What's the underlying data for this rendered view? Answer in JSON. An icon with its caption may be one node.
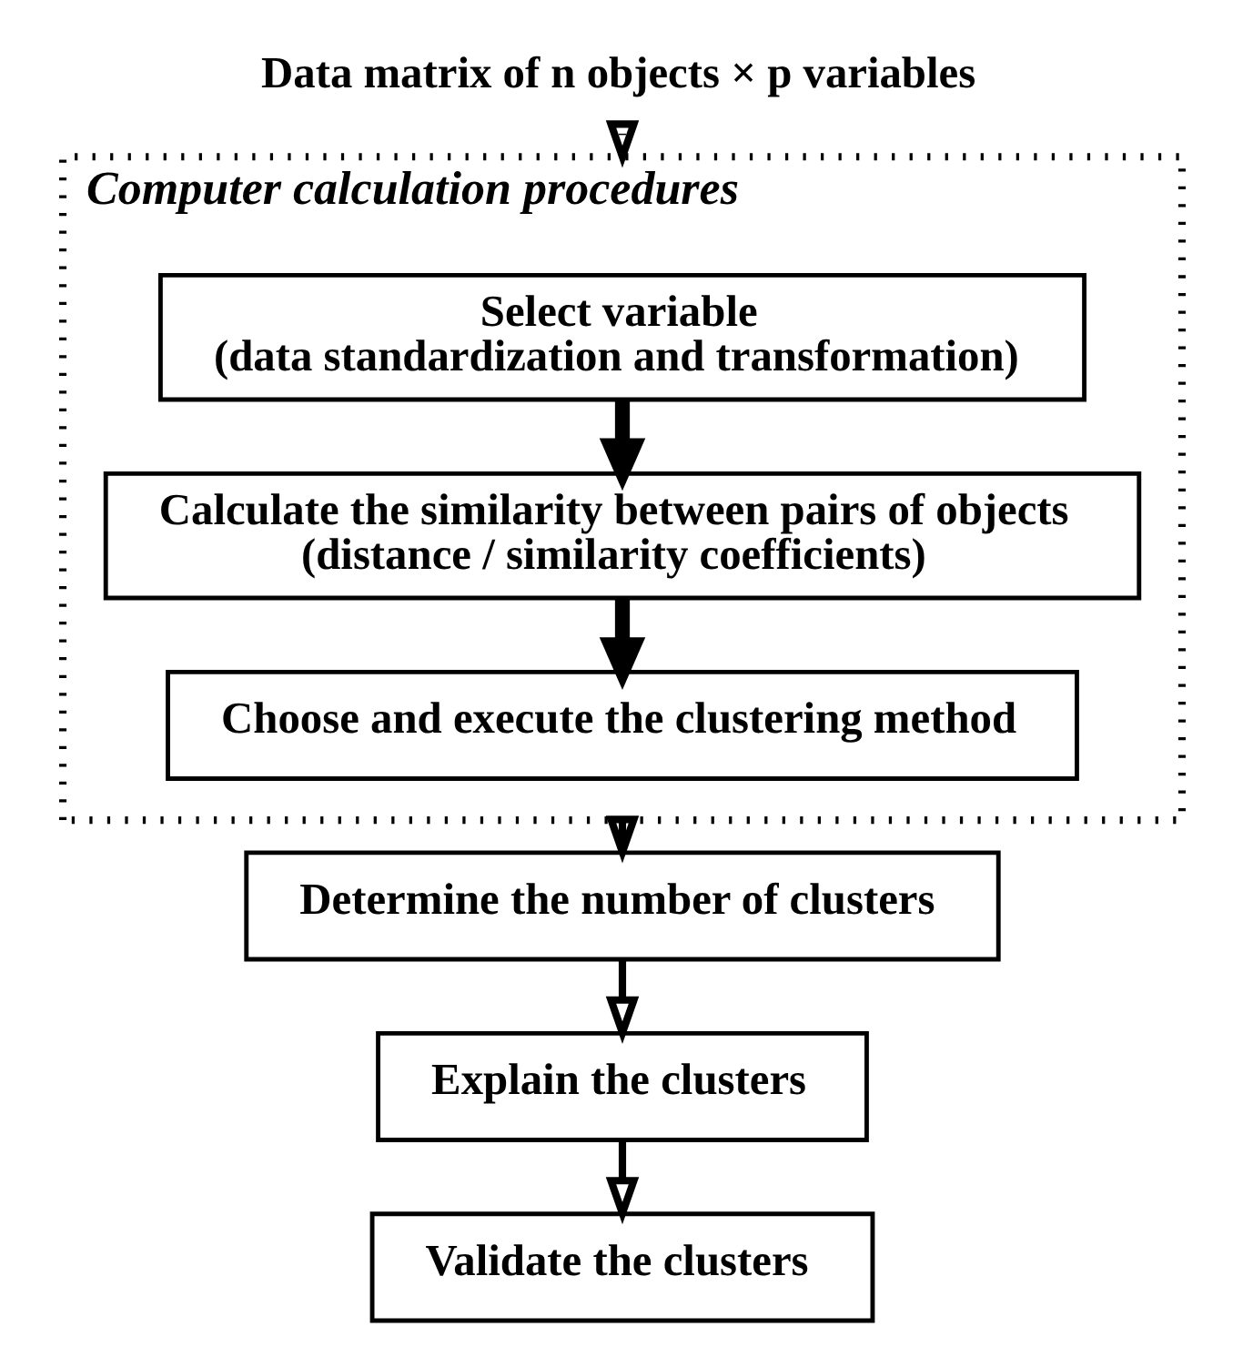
{
  "diagram": {
    "nodes": [
      {
        "text": [
          "Data matrix of n objects × p variables"
        ]
      },
      {
        "text": [
          "Computer calculation procedures"
        ]
      },
      {
        "text": [
          "Select variable",
          "(data standardization and transformation)"
        ],
        "in": 1
      },
      {
        "text": [
          "Calculate the similarity between pairs of objects",
          "(distance / similarity coefficients)"
        ],
        "in": 1
      },
      {
        "text": [
          "Choose and execute the clustering method"
        ],
        "in": 1
      },
      {
        "text": [
          "Determine the number of clusters"
        ]
      },
      {
        "text": [
          "Explain the clusters"
        ]
      },
      {
        "text": [
          "Validate the clusters"
        ]
      }
    ],
    "edges": [
      {
        "from": 0,
        "to": 1,
        "arrow": "to"
      },
      {
        "from": 2,
        "to": 3,
        "arrow": "to",
        "style": "thick"
      },
      {
        "from": 3,
        "to": 4,
        "arrow": "to",
        "style": "thick"
      },
      {
        "from": 1,
        "to": 5,
        "arrow": "to"
      },
      {
        "from": 5,
        "to": 6,
        "arrow": "to"
      },
      {
        "from": 6,
        "to": 7,
        "arrow": "to"
      }
    ]
  }
}
